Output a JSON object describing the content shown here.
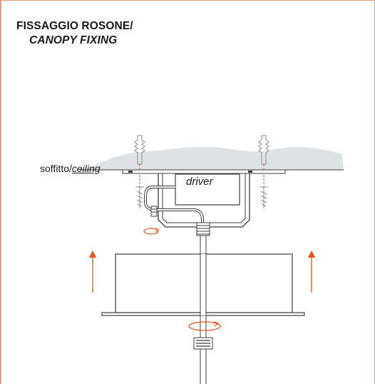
{
  "title": {
    "line1": "FISSAGGIO ROSONE/",
    "line2": "CANOPY FIXING"
  },
  "labels": {
    "ceiling_it": "soffitto/",
    "ceiling_en": "ceiling",
    "driver": "driver"
  },
  "colors": {
    "frame": "#e8a07c",
    "arrow": "#e8531f",
    "line": "#3c3c3c",
    "ceiling_fill": "#dde2e4"
  },
  "icons": [
    "wall-plug-icon",
    "screw-icon",
    "rotate-arrow-icon",
    "up-arrow-icon",
    "nut-icon"
  ]
}
